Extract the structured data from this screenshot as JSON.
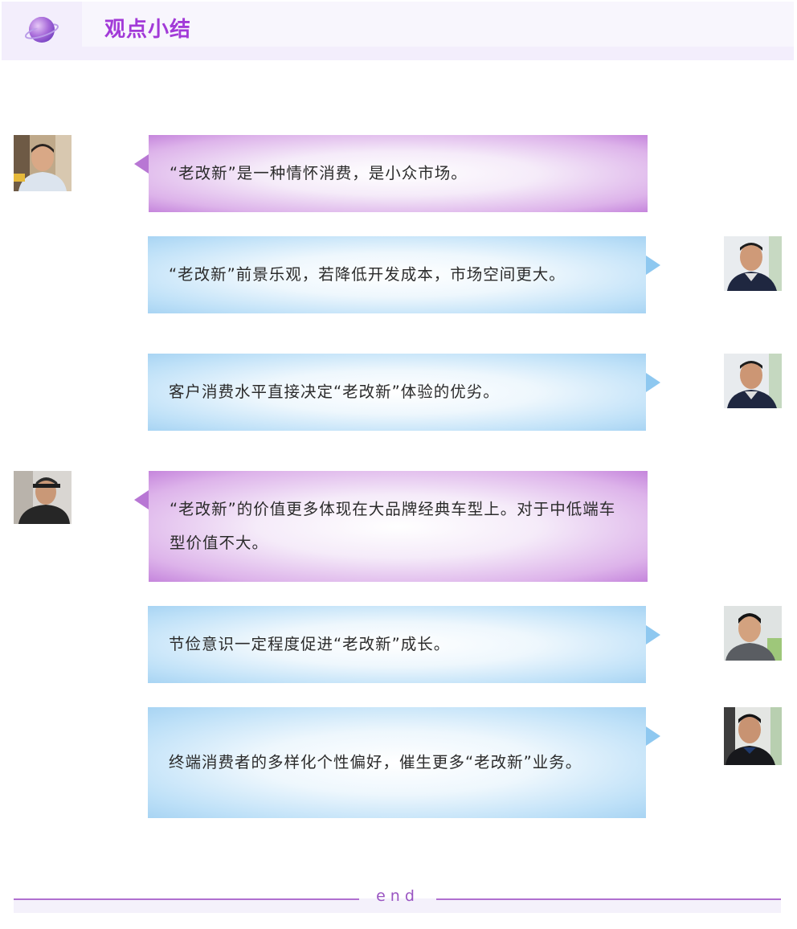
{
  "header": {
    "title": "观点小结",
    "icon": "planet-icon"
  },
  "colors": {
    "accent_purple": "#a23ad8",
    "bubble_purple": "#c585dc",
    "bubble_blue": "#a8d4f3"
  },
  "statements": [
    {
      "side": "left",
      "style": "purple",
      "text": "“老改新”是一种情怀消费，是小众市场。"
    },
    {
      "side": "right",
      "style": "blue",
      "text": "“老改新”前景乐观，若降低开发成本，市场空间更大。"
    },
    {
      "side": "right",
      "style": "blue",
      "text": "客户消费水平直接决定“老改新”体验的优劣。"
    },
    {
      "side": "left",
      "style": "purple",
      "text": "“老改新”的价值更多体现在大品牌经典车型上。对于中低端车型价值不大。"
    },
    {
      "side": "right",
      "style": "blue",
      "text": "节俭意识一定程度促进“老改新”成长。"
    },
    {
      "side": "right",
      "style": "blue",
      "text": "终端消费者的多样化个性偏好，催生更多“老改新”业务。"
    }
  ],
  "footer": {
    "text": "end"
  }
}
